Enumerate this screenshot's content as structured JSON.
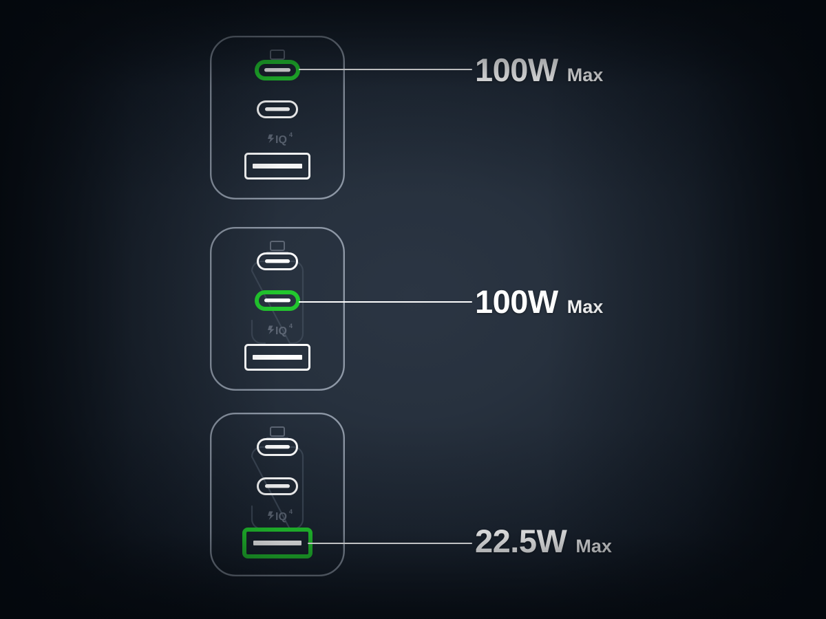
{
  "scene": {
    "title": "Charger port maximum power output diagram",
    "background_color_center": "#2b3543",
    "background_color_edge": "#080d14",
    "highlight_color": "#22c72e",
    "outline_color": "#ffffff",
    "body_outline_color": "#8e98a6",
    "panel_outline_color": "#3b4personally",
    "leader_line_color": "#ffffff"
  },
  "brand": {
    "iq_mark": "IQ",
    "iq_superscript": "4",
    "bolt_icon": "lightning-bolt-icon",
    "laptop_icon": "laptop-icon"
  },
  "chargers": [
    {
      "id": "charger-top",
      "ports": [
        {
          "name": "usb-c-upper",
          "type": "usb-c",
          "highlighted": true
        },
        {
          "name": "usb-c-lower",
          "type": "usb-c",
          "highlighted": false
        },
        {
          "name": "usb-a",
          "type": "usb-a",
          "highlighted": false
        }
      ],
      "callout": {
        "watt": "100W",
        "max": "Max",
        "from_port": "usb-c-upper"
      }
    },
    {
      "id": "charger-middle",
      "ports": [
        {
          "name": "usb-c-upper",
          "type": "usb-c",
          "highlighted": false
        },
        {
          "name": "usb-c-lower",
          "type": "usb-c",
          "highlighted": true
        },
        {
          "name": "usb-a",
          "type": "usb-a",
          "highlighted": false
        }
      ],
      "callout": {
        "watt": "100W",
        "max": "Max",
        "from_port": "usb-c-lower"
      }
    },
    {
      "id": "charger-bottom",
      "ports": [
        {
          "name": "usb-c-upper",
          "type": "usb-c",
          "highlighted": false
        },
        {
          "name": "usb-c-lower",
          "type": "usb-c",
          "highlighted": false
        },
        {
          "name": "usb-a",
          "type": "usb-a",
          "highlighted": true
        }
      ],
      "callout": {
        "watt": "22.5W",
        "max": "Max",
        "from_port": "usb-a"
      }
    }
  ]
}
